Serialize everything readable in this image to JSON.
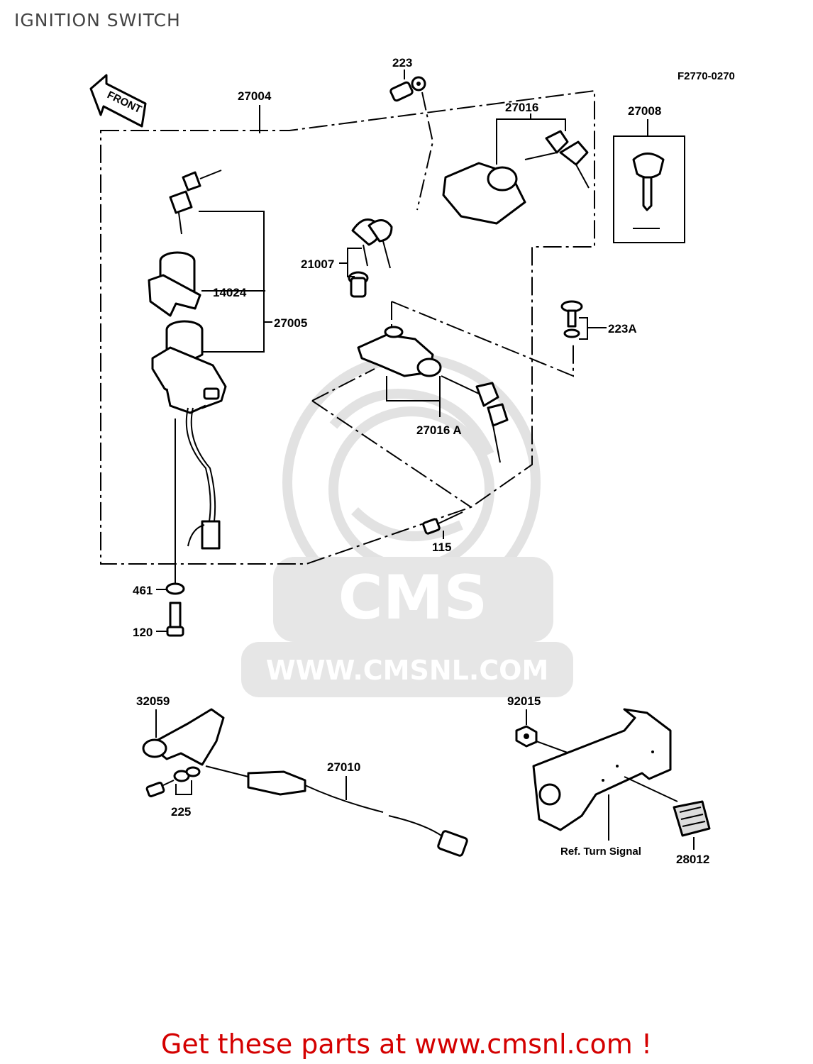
{
  "title": "IGNITION SWITCH",
  "drawing_code": "F2770-0270",
  "front_label": "FRONT",
  "watermark": {
    "brand": "CMS",
    "url": "WWW.CMSNL.COM"
  },
  "parts": {
    "p223": "223",
    "p27004": "27004",
    "p27016": "27016",
    "p27008": "27008",
    "p21007": "21007",
    "p14024": "14024",
    "p27005": "27005",
    "p223A": "223A",
    "p27016A": "27016 A",
    "p115": "115",
    "p461": "461",
    "p120": "120",
    "p32059": "32059",
    "p92015": "92015",
    "p27010": "27010",
    "p225": "225",
    "p28012": "28012",
    "ref_turn_signal": "Ref. Turn Signal"
  },
  "footer": "Get these parts at www.cmsnl.com !"
}
